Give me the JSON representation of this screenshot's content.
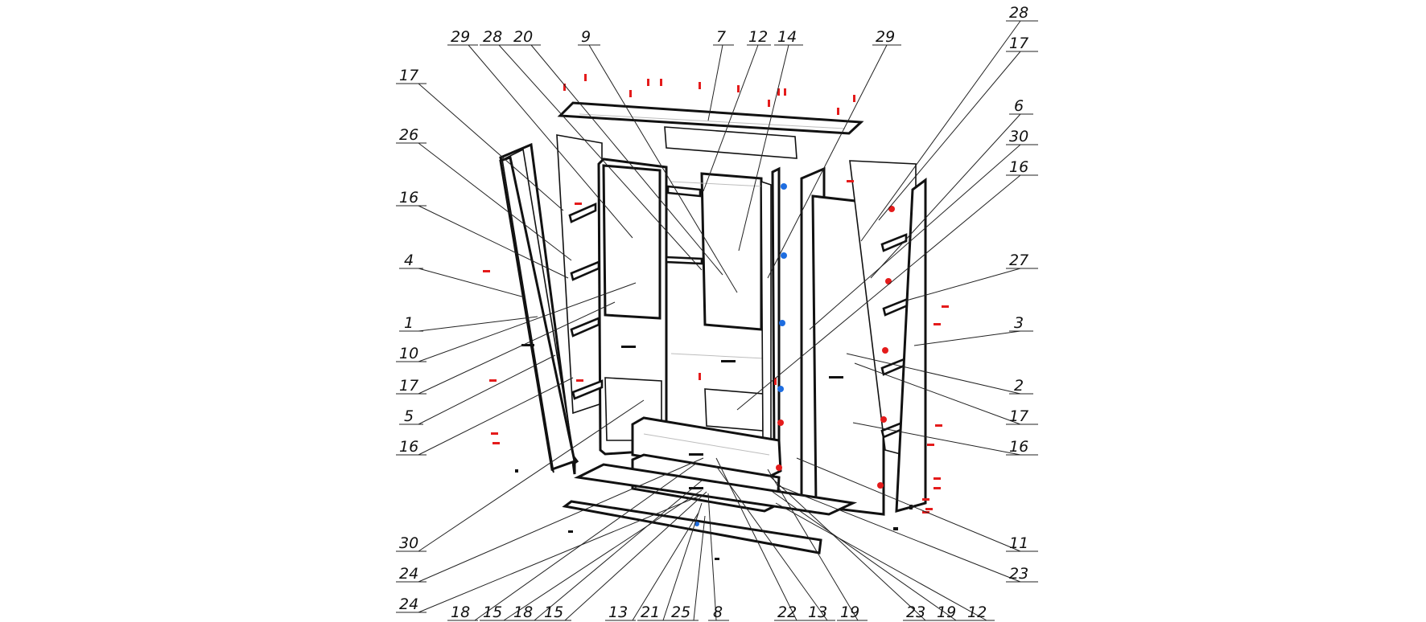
{
  "diagram": {
    "type": "exploded-assembly",
    "colors": {
      "line": "#111111",
      "hardware_red": "#e41b1b",
      "hardware_blue": "#1e6de0",
      "background": "#ffffff"
    },
    "callouts": [
      {
        "id": "c-29-a",
        "label": "29"
      },
      {
        "id": "c-28-a",
        "label": "28"
      },
      {
        "id": "c-20",
        "label": "20"
      },
      {
        "id": "c-9",
        "label": "9"
      },
      {
        "id": "c-7",
        "label": "7"
      },
      {
        "id": "c-12-a",
        "label": "12"
      },
      {
        "id": "c-14",
        "label": "14"
      },
      {
        "id": "c-29-b",
        "label": "29"
      },
      {
        "id": "c-28-b",
        "label": "28"
      },
      {
        "id": "c-17-a",
        "label": "17"
      },
      {
        "id": "c-17-b",
        "label": "17"
      },
      {
        "id": "c-26",
        "label": "26"
      },
      {
        "id": "c-16-a",
        "label": "16"
      },
      {
        "id": "c-4",
        "label": "4"
      },
      {
        "id": "c-1",
        "label": "1"
      },
      {
        "id": "c-10",
        "label": "10"
      },
      {
        "id": "c-17-c",
        "label": "17"
      },
      {
        "id": "c-5",
        "label": "5"
      },
      {
        "id": "c-16-b",
        "label": "16"
      },
      {
        "id": "c-30-a",
        "label": "30"
      },
      {
        "id": "c-24-a",
        "label": "24"
      },
      {
        "id": "c-24-b",
        "label": "24"
      },
      {
        "id": "c-6",
        "label": "6"
      },
      {
        "id": "c-30-b",
        "label": "30"
      },
      {
        "id": "c-16-c",
        "label": "16"
      },
      {
        "id": "c-27",
        "label": "27"
      },
      {
        "id": "c-3",
        "label": "3"
      },
      {
        "id": "c-2",
        "label": "2"
      },
      {
        "id": "c-17-d",
        "label": "17"
      },
      {
        "id": "c-16-d",
        "label": "16"
      },
      {
        "id": "c-11",
        "label": "11"
      },
      {
        "id": "c-23-a",
        "label": "23"
      },
      {
        "id": "c-18-a",
        "label": "18"
      },
      {
        "id": "c-15-a",
        "label": "15"
      },
      {
        "id": "c-18-b",
        "label": "18"
      },
      {
        "id": "c-15-b",
        "label": "15"
      },
      {
        "id": "c-13-a",
        "label": "13"
      },
      {
        "id": "c-21",
        "label": "21"
      },
      {
        "id": "c-25",
        "label": "25"
      },
      {
        "id": "c-8",
        "label": "8"
      },
      {
        "id": "c-22",
        "label": "22"
      },
      {
        "id": "c-13-b",
        "label": "13"
      },
      {
        "id": "c-19-a",
        "label": "19"
      },
      {
        "id": "c-23-b",
        "label": "23"
      },
      {
        "id": "c-19-b",
        "label": "19"
      },
      {
        "id": "c-12-b",
        "label": "12"
      }
    ]
  }
}
